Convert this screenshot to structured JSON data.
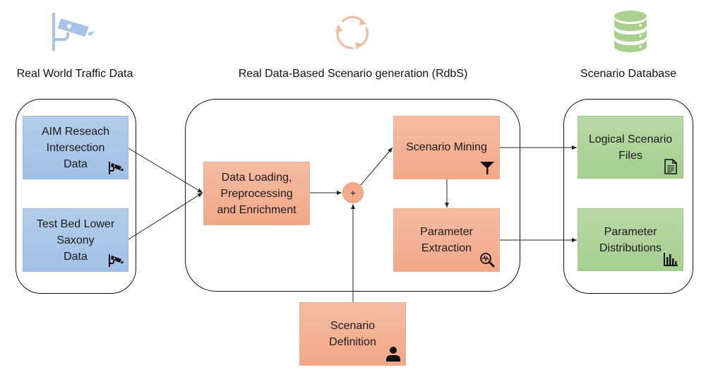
{
  "sections": {
    "left": {
      "title": "Real World Traffic Data",
      "icon": "surveillance-camera-icon",
      "icon_color": "#a9c4e8"
    },
    "middle": {
      "title": "Real Data-Based Scenario generation (RdbS)",
      "icon": "cycle-arrows-icon",
      "icon_color": "#f2b9a0"
    },
    "right": {
      "title": "Scenario Database",
      "icon": "database-icon",
      "icon_color": "#a9d08e"
    }
  },
  "nodes": {
    "aim": {
      "label_lines": [
        "AIM Reseach",
        "Intersection",
        "Data"
      ],
      "icon": "camera-icon"
    },
    "testbed": {
      "label_lines": [
        "Test Bed Lower",
        "Saxony",
        "Data"
      ],
      "icon": "camera-icon"
    },
    "loading": {
      "label_lines": [
        "Data Loading,",
        "Preprocessing",
        "and Enrichment"
      ]
    },
    "combine": {
      "label": "+"
    },
    "mining": {
      "label_lines": [
        "Scenario Mining"
      ],
      "icon": "filter-icon"
    },
    "extraction": {
      "label_lines": [
        "Parameter",
        "Extraction"
      ],
      "icon": "magnifier-waveform-icon"
    },
    "definition": {
      "label_lines": [
        "Scenario",
        "Definition"
      ],
      "icon": "person-icon"
    },
    "files": {
      "label_lines": [
        "Logical Scenario",
        "Files"
      ],
      "icon": "document-icon"
    },
    "distributions": {
      "label_lines": [
        "Parameter",
        "Distributions"
      ],
      "icon": "bar-chart-icon"
    }
  },
  "edges": [
    {
      "from": "aim",
      "to": "loading"
    },
    {
      "from": "testbed",
      "to": "loading"
    },
    {
      "from": "loading",
      "to": "combine"
    },
    {
      "from": "definition",
      "to": "combine"
    },
    {
      "from": "combine",
      "to": "mining"
    },
    {
      "from": "mining",
      "to": "extraction"
    },
    {
      "from": "mining",
      "to": "files"
    },
    {
      "from": "extraction",
      "to": "distributions"
    }
  ],
  "colors": {
    "blue_box": "#a8c5e8",
    "orange_box": "#f4b092",
    "green_box": "#addb96",
    "line": "#222222"
  }
}
